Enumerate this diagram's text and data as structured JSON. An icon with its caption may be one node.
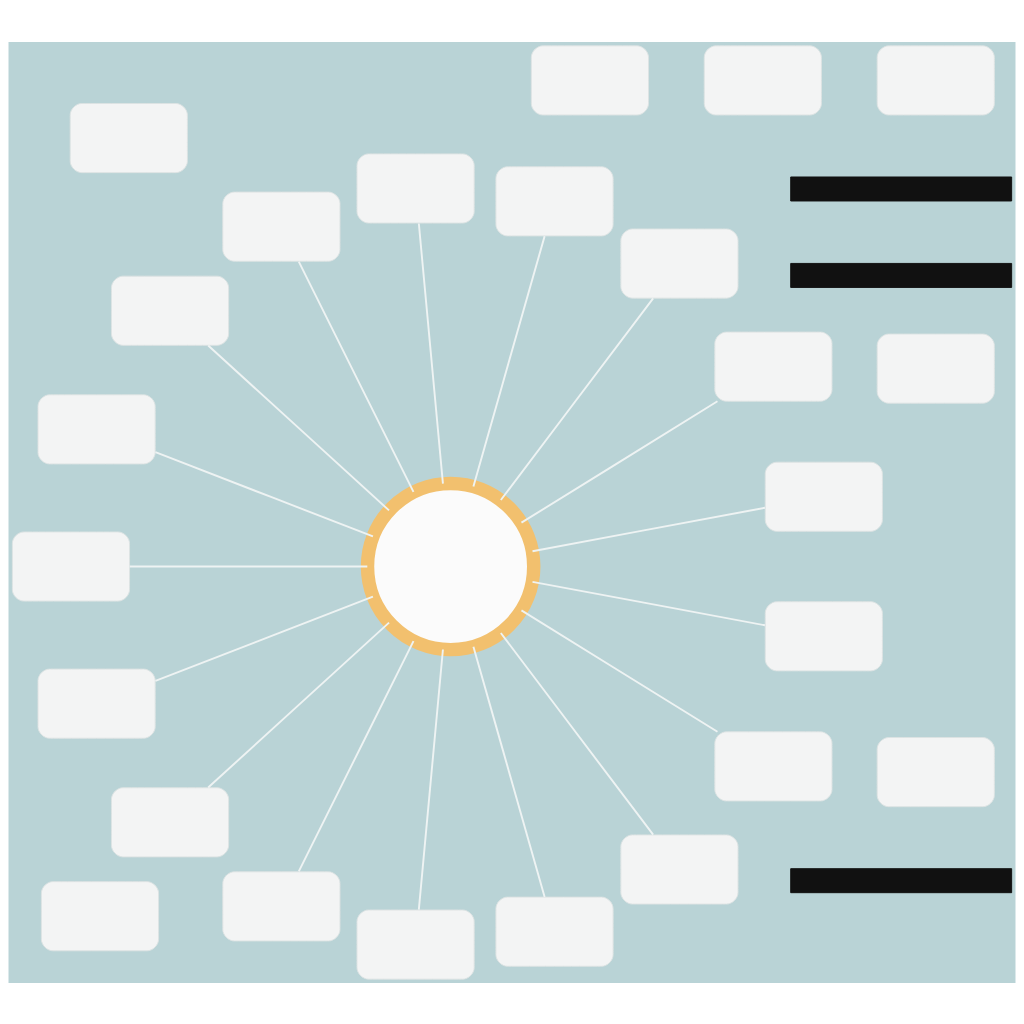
{
  "diagram": {
    "nodes": [
      {
        "text": [],
        "shape": "bar"
      },
      {
        "text": [],
        "shape": "bar"
      },
      {
        "text": [],
        "shape": "bar"
      },
      {
        "text": [],
        "shape": "box"
      },
      {
        "text": [],
        "shape": "box"
      },
      {
        "text": [],
        "shape": "box"
      },
      {
        "text": [],
        "shape": "box"
      },
      {
        "text": [],
        "shape": "box"
      },
      {
        "text": [],
        "shape": "box"
      },
      {
        "text": [],
        "shape": "box"
      },
      {
        "text": [],
        "shape": "box"
      },
      {
        "text": [],
        "shape": "box"
      },
      {
        "text": [],
        "shape": "circle"
      },
      {
        "text": [],
        "shape": "box"
      },
      {
        "text": [],
        "shape": "box"
      },
      {
        "text": [],
        "shape": "box"
      },
      {
        "text": [],
        "shape": "box"
      },
      {
        "text": [],
        "shape": "box"
      },
      {
        "text": [],
        "shape": "box"
      },
      {
        "text": [],
        "shape": "box"
      },
      {
        "text": [],
        "shape": "box"
      },
      {
        "text": [],
        "shape": "box"
      },
      {
        "text": [],
        "shape": "box"
      },
      {
        "text": [],
        "shape": "box"
      },
      {
        "text": [],
        "shape": "box"
      },
      {
        "text": [],
        "shape": "box"
      },
      {
        "text": [],
        "shape": "box"
      },
      {
        "text": [],
        "shape": "box"
      }
    ],
    "edges": [
      {
        "from": 12,
        "to": 3,
        "arrow": "none"
      },
      {
        "from": 12,
        "to": 6,
        "arrow": "none"
      },
      {
        "from": 12,
        "to": 7,
        "arrow": "none"
      },
      {
        "from": 12,
        "to": 8,
        "arrow": "none"
      },
      {
        "from": 12,
        "to": 10,
        "arrow": "none"
      },
      {
        "from": 12,
        "to": 11,
        "arrow": "none"
      },
      {
        "from": 12,
        "to": 13,
        "arrow": "none"
      },
      {
        "from": 12,
        "to": 14,
        "arrow": "none"
      },
      {
        "from": 12,
        "to": 15,
        "arrow": "none"
      },
      {
        "from": 12,
        "to": 17,
        "arrow": "none"
      },
      {
        "from": 12,
        "to": 19,
        "arrow": "none"
      },
      {
        "from": 12,
        "to": 20,
        "arrow": "none"
      },
      {
        "from": 12,
        "to": 21,
        "arrow": "none"
      },
      {
        "from": 12,
        "to": 22,
        "arrow": "none"
      },
      {
        "from": 12,
        "to": 25,
        "arrow": "none"
      },
      {
        "from": 12,
        "to": 26,
        "arrow": "none"
      },
      {
        "from": 12,
        "to": 27,
        "arrow": "none"
      }
    ]
  }
}
